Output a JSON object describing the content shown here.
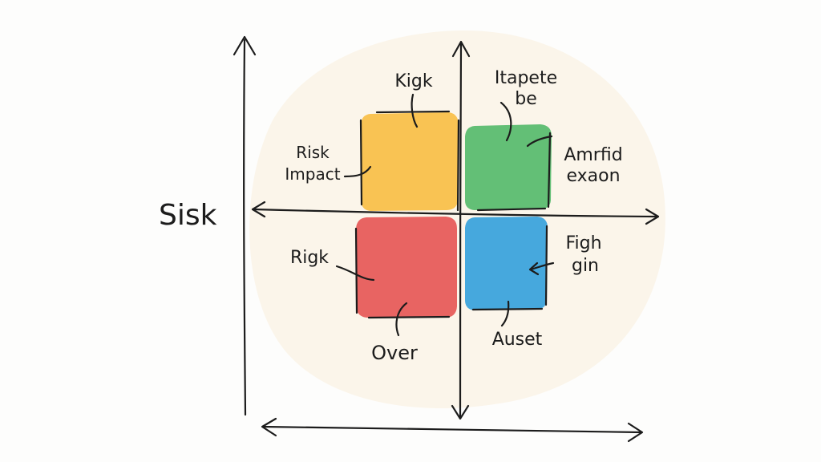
{
  "diagram": {
    "side_label": "Sisk",
    "labels": {
      "top_center": "Kigk",
      "top_right_line1": "Itapete",
      "top_right_line2": "be",
      "left_upper_line1": "Risk",
      "left_upper_line2": "Impact",
      "right_upper_line1": "Amrfid",
      "right_upper_line2": "exaon",
      "left_lower": "Rigk",
      "right_lower_line1": "Figh",
      "right_lower_line2": "gin",
      "bottom_left": "Over",
      "bottom_right": "Auset"
    },
    "colors": {
      "background_blob": "#fbf5ea",
      "quadrant_top_left": "#f9c353",
      "quadrant_top_right": "#63bf76",
      "quadrant_bottom_left": "#e86462",
      "quadrant_bottom_right": "#46a8dd",
      "ink": "#1c1c1c"
    }
  }
}
